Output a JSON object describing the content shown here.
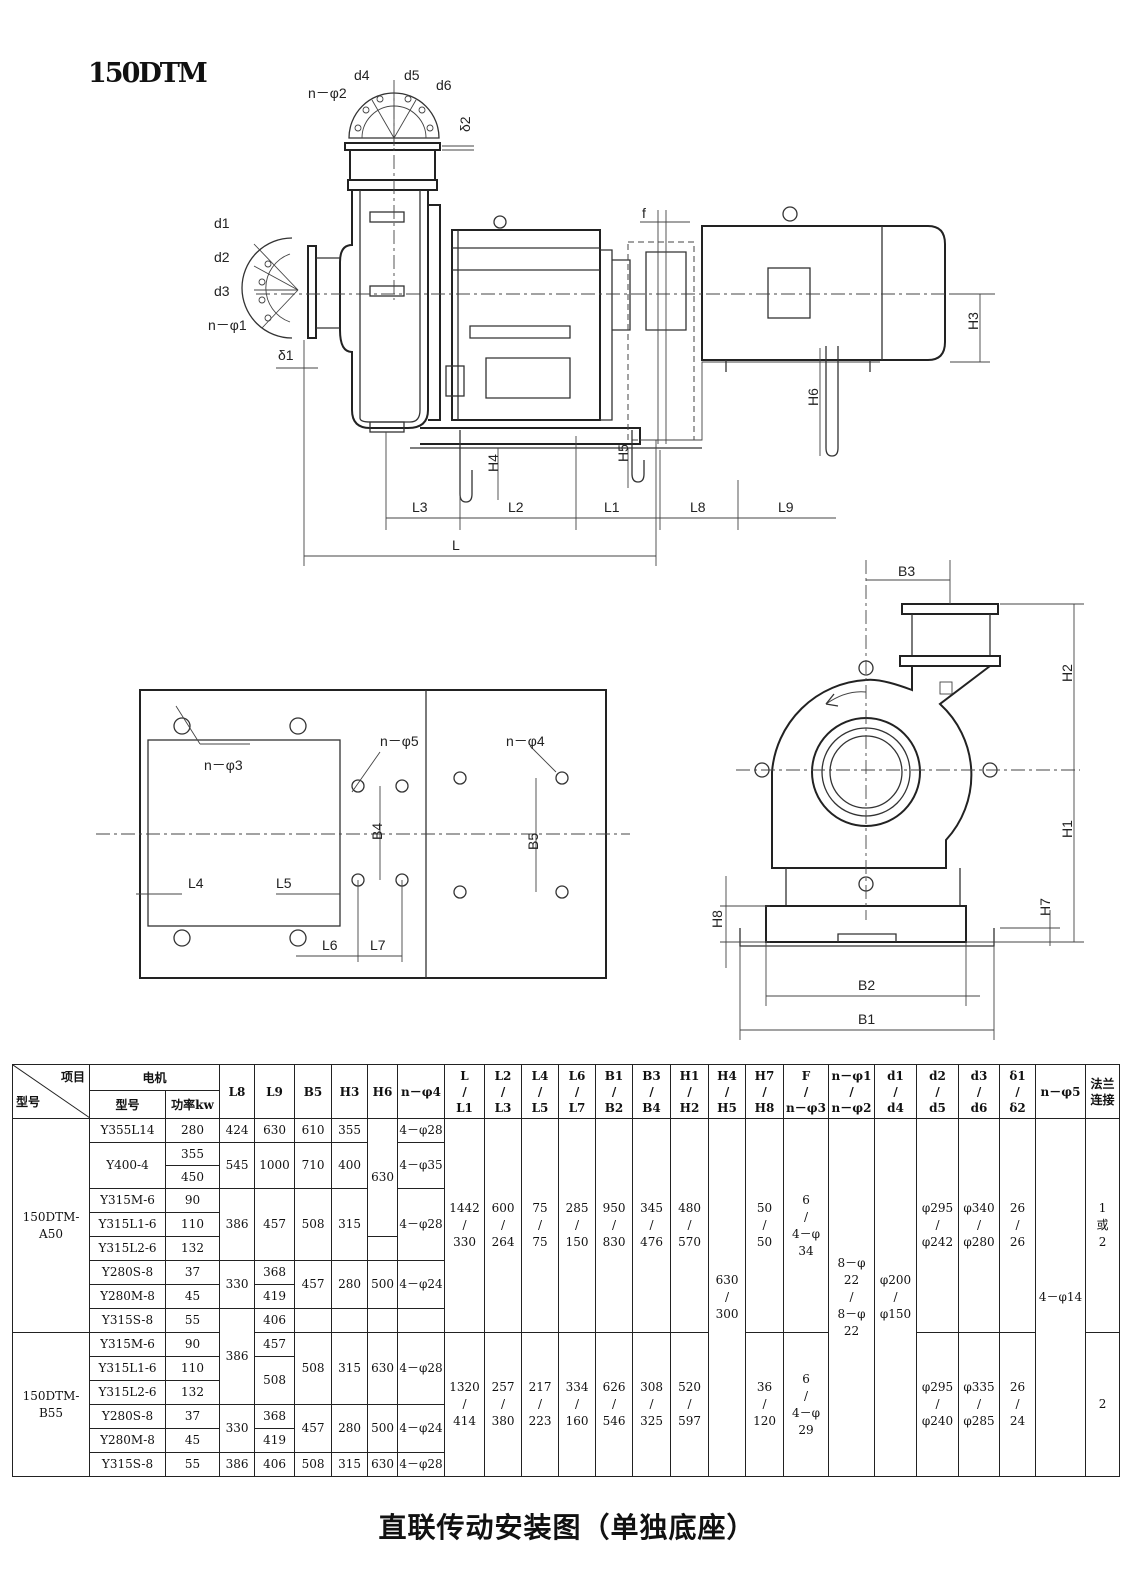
{
  "header": {
    "model_title": "150DTM"
  },
  "side_view": {
    "labels": {
      "n_phi2": "n－φ2",
      "d4": "d4",
      "d5": "d5",
      "d6": "d6",
      "delta2": "δ2",
      "d1": "d1",
      "d2": "d2",
      "d3": "d3",
      "n_phi1": "n－φ1",
      "delta1": "δ1",
      "f": "f",
      "H3": "H3",
      "H6": "H6",
      "H4": "H4",
      "H5": "H5",
      "L3": "L3",
      "L2": "L2",
      "L1": "L1",
      "L8": "L8",
      "L9": "L9",
      "L": "L"
    }
  },
  "plan_view": {
    "labels": {
      "n_phi3": "n－φ3",
      "n_phi5": "n－φ5",
      "n_phi4": "n－φ4",
      "B4": "B4",
      "B5": "B5",
      "L4": "L4",
      "L5": "L5",
      "L6": "L6",
      "L7": "L7"
    }
  },
  "end_view": {
    "labels": {
      "B3": "B3",
      "H2": "H2",
      "H1": "H1",
      "H7": "H7",
      "H8": "H8",
      "B2": "B2",
      "B1": "B1"
    }
  },
  "table": {
    "corner_top": "项目",
    "corner_bottom": "型号",
    "motor_group": "电机",
    "motor_model": "型号",
    "motor_power": "功率kw",
    "cols": {
      "L8": "L8",
      "L9": "L9",
      "B5": "B5",
      "H3": "H3",
      "H6": "H6",
      "n_phi4": "n－φ4",
      "L_L1": [
        "L",
        "/",
        "L1"
      ],
      "L2_L3": [
        "L2",
        "/",
        "L3"
      ],
      "L4_L5": [
        "L4",
        "/",
        "L5"
      ],
      "L6_L7": [
        "L6",
        "/",
        "L7"
      ],
      "B1_B2": [
        "B1",
        "/",
        "B2"
      ],
      "B3_B4": [
        "B3",
        "/",
        "B4"
      ],
      "H1_H2": [
        "H1",
        "/",
        "H2"
      ],
      "H4_H5": [
        "H4",
        "/",
        "H5"
      ],
      "H7_H8": [
        "H7",
        "/",
        "H8"
      ],
      "F_nphi3": [
        "F",
        "/",
        "n－φ3"
      ],
      "nphi1_nphi2": [
        "n－φ1",
        "/",
        "n－φ2"
      ],
      "d1_d4": [
        "d1",
        "/",
        "d4"
      ],
      "d2_d5": [
        "d2",
        "/",
        "d5"
      ],
      "d3_d6": [
        "d3",
        "/",
        "d6"
      ],
      "delta1_delta2": [
        "δ1",
        "/",
        "δ2"
      ],
      "n_phi5": "n－φ5",
      "flange": [
        "法兰",
        "连接"
      ]
    },
    "models": [
      "150DTM-A50",
      "150DTM-B55"
    ],
    "rows": [
      {
        "motor": "Y355L14",
        "power": "280",
        "L8": "424",
        "L9": "630",
        "B5": "610",
        "H3": "355",
        "nphi4": "4－φ28"
      },
      {
        "motor": "Y400-4",
        "power_a": "355",
        "power_b": "450",
        "L8": "545",
        "L9": "1000",
        "B5": "710",
        "H3": "400",
        "nphi4": "4－φ35"
      },
      {
        "motor": "Y315M-6",
        "power": "90"
      },
      {
        "motor": "Y315L1-6",
        "power": "110"
      },
      {
        "motor": "Y315L2-6",
        "power": "132"
      },
      {
        "motor": "Y280S-8",
        "power": "37"
      },
      {
        "motor": "Y280M-8",
        "power": "45"
      },
      {
        "motor": "Y315S-8",
        "power": "55"
      },
      {
        "motor": "Y315M-6",
        "power": "90"
      },
      {
        "motor": "Y315L1-6",
        "power": "110"
      },
      {
        "motor": "Y315L2-6",
        "power": "132"
      },
      {
        "motor": "Y280S-8",
        "power": "37"
      },
      {
        "motor": "Y280M-8",
        "power": "45"
      },
      {
        "motor": "Y315S-8",
        "power": "55"
      }
    ],
    "merged": {
      "a_h6_630": "630",
      "a_315_L8": "386",
      "a_315_L9": "457",
      "a_315_B5": "508",
      "a_315_H3": "315",
      "a_315_nphi4": "4－φ28",
      "a_280_L8": "330",
      "a_280S_L9": "368",
      "a_280M_L9": "419",
      "a_280_B5": "457",
      "a_280_H3": "280",
      "a_280_H6": "500",
      "a_280_nphi4": "4－φ24",
      "a_315S_L9": "406",
      "b_315_L8": "386",
      "b_315M_L9": "457",
      "b_315L_L9": "508",
      "b_315_B5": "508",
      "b_315_H3": "315",
      "b_315_H6": "630",
      "b_315_nphi4": "4－φ28",
      "b_280_L8": "330",
      "b_280S_L9": "368",
      "b_280M_L9": "419",
      "b_280_B5": "457",
      "b_280_H3": "280",
      "b_280_H6": "500",
      "b_280_nphi4": "4－φ24",
      "b_315S_L8": "386",
      "b_315S_L9": "406",
      "b_315S_B5": "508",
      "b_315S_H3": "315",
      "b_315S_H6": "630",
      "b_315S_nphi4": "4－φ28",
      "a_L_L1": [
        "1442",
        "/",
        "330"
      ],
      "a_L2_L3": [
        "600",
        "/",
        "264"
      ],
      "a_L4_L5": [
        "75",
        "/",
        "75"
      ],
      "a_L6_L7": [
        "285",
        "/",
        "150"
      ],
      "a_B1_B2": [
        "950",
        "/",
        "830"
      ],
      "a_B3_B4": [
        "345",
        "/",
        "476"
      ],
      "a_H1_H2": [
        "480",
        "/",
        "570"
      ],
      "a_H7_H8": [
        "50",
        "/",
        "50"
      ],
      "a_F": [
        "6",
        "/",
        "4－φ",
        "34"
      ],
      "a_d2_d5": [
        "φ295",
        "/",
        "φ242"
      ],
      "a_d3_d6": [
        "φ340",
        "/",
        "φ280"
      ],
      "a_delta": [
        "26",
        "/",
        "26"
      ],
      "a_flange": [
        "1",
        "或",
        "2"
      ],
      "b_L_L1": [
        "1320",
        "/",
        "414"
      ],
      "b_L2_L3": [
        "257",
        "/",
        "380"
      ],
      "b_L4_L5": [
        "217",
        "/",
        "223"
      ],
      "b_L6_L7": [
        "334",
        "/",
        "160"
      ],
      "b_B1_B2": [
        "626",
        "/",
        "546"
      ],
      "b_B3_B4": [
        "308",
        "/",
        "325"
      ],
      "b_H1_H2": [
        "520",
        "/",
        "597"
      ],
      "b_H7_H8": [
        "36",
        "/",
        "120"
      ],
      "b_F": [
        "6",
        "/",
        "4－φ",
        "29"
      ],
      "b_d2_d5": [
        "φ295",
        "/",
        "φ240"
      ],
      "b_d3_d6": [
        "φ335",
        "/",
        "φ285"
      ],
      "b_delta": [
        "26",
        "/",
        "24"
      ],
      "b_flange": "2",
      "H4_H5": [
        "630",
        "/",
        "300"
      ],
      "nphi12": [
        "8－φ",
        "22",
        "/",
        "8－φ",
        "22"
      ],
      "d1_d4": [
        "φ200",
        "/",
        "φ150"
      ],
      "n_phi5": "4－φ14"
    }
  },
  "caption": "直联传动安装图（单独底座）"
}
